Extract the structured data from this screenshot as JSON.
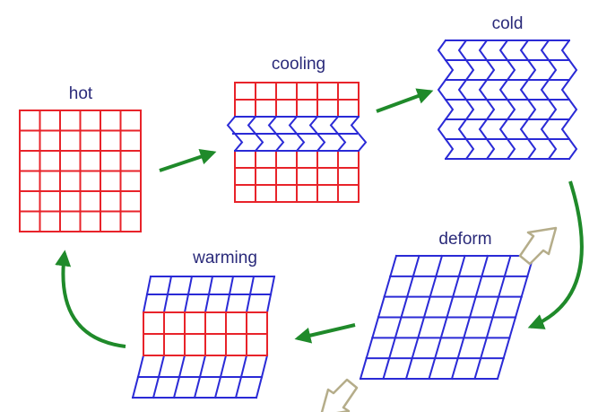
{
  "labels": {
    "hot": "hot",
    "cooling": "cooling",
    "cold": "cold",
    "deform": "deform",
    "warming": "warming"
  },
  "colors": {
    "hot_phase": "#e8232a",
    "cold_phase": "#2a2ad6",
    "arrow": "#1f8a2a",
    "shear_arrow": "#b5ad8a",
    "label_text": "#2a2a7a"
  },
  "grid": {
    "columns": 6,
    "rows": 6
  }
}
